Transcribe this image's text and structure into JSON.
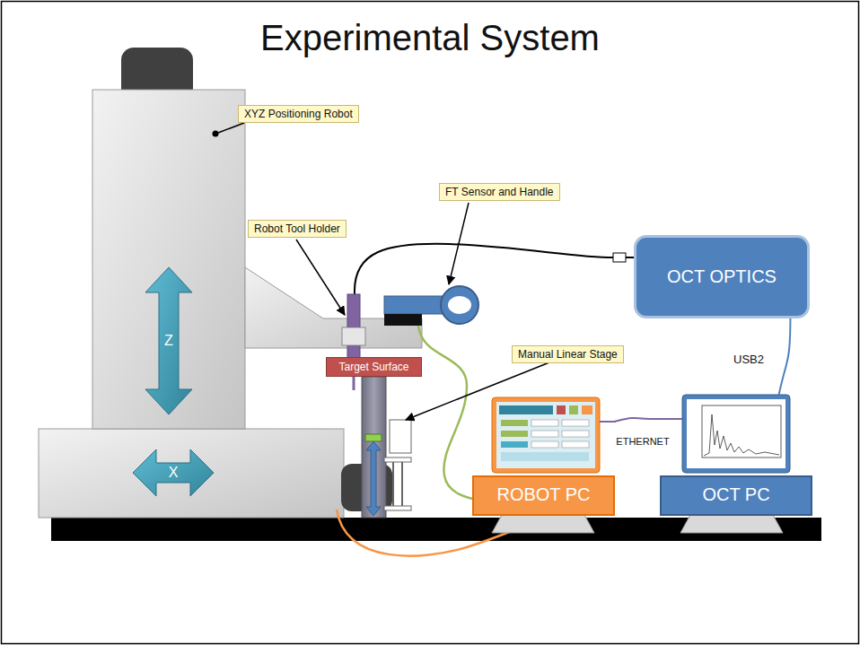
{
  "diagram": {
    "title": "Experimental System",
    "nodes": [
      {
        "text": [
          "XYZ Positioning Robot"
        ]
      },
      {
        "text": [
          "FT Sensor and Handle"
        ]
      },
      {
        "text": [
          "Robot Tool Holder"
        ]
      },
      {
        "text": [
          "OCT OPTICS"
        ]
      },
      {
        "text": [
          "Manual Linear Stage"
        ]
      },
      {
        "text": [
          "Target Surface"
        ]
      },
      {
        "text": [
          "ROBOT PC"
        ]
      },
      {
        "text": [
          "OCT PC"
        ]
      }
    ],
    "edges": [
      {
        "from": 3,
        "to": 7,
        "label": "USB2",
        "arrow": "none"
      },
      {
        "from": 6,
        "to": 7,
        "label": "ETHERNET",
        "arrow": "none"
      }
    ],
    "labels": [
      "Z",
      "X"
    ]
  }
}
